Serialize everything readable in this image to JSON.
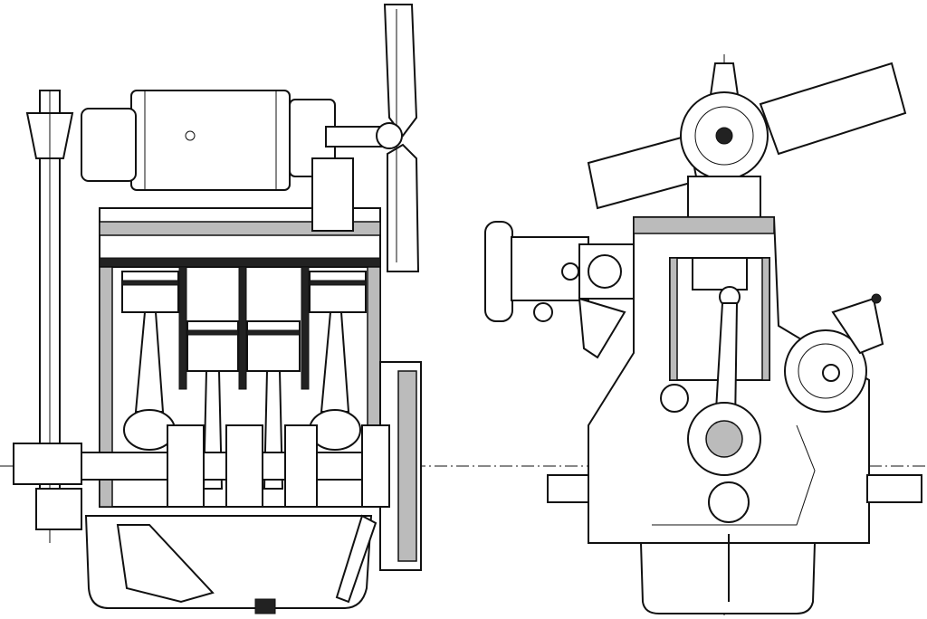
{
  "colors": {
    "ink": "#111111",
    "paper": "#ffffff",
    "section_fill": "#bbbbbb"
  },
  "views": [
    {
      "id": "side-section",
      "cylinders": 4
    },
    {
      "id": "front-section",
      "cylinders": 1
    }
  ]
}
